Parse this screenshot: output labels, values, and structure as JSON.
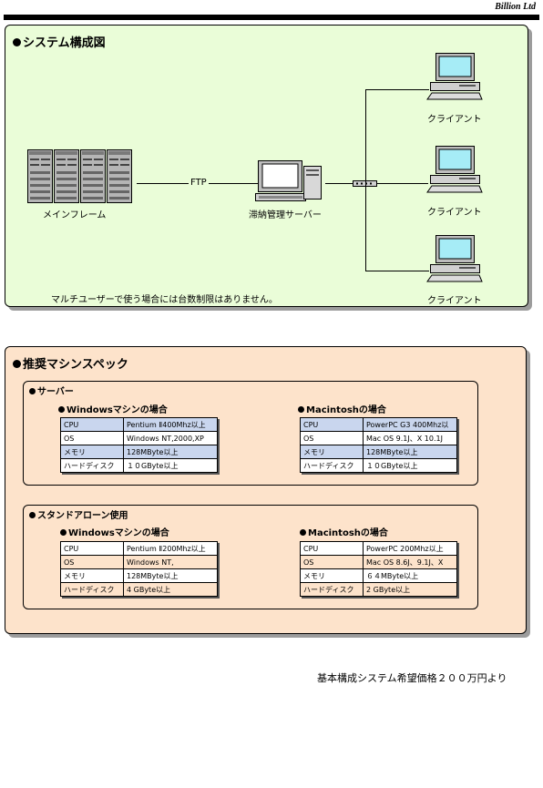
{
  "header": {
    "company": "Billion Ltd"
  },
  "diagram": {
    "title": "システム構成図",
    "mainframe_label": "メインフレーム",
    "protocol_label": "FTP",
    "server_label": "滞納管理サーバー",
    "client_labels": [
      "クライアント",
      "クライアント",
      "クライアント"
    ],
    "note": "マルチユーザーで使う場合には台数制限はありません。"
  },
  "spec": {
    "title": "推奨マシンスペック",
    "server": {
      "title": "サーバー",
      "windows": {
        "title": "Windowsマシンの場合",
        "rows": [
          [
            "CPU",
            "Pentium Ⅱ400Mhz以上"
          ],
          [
            "OS",
            "Windows NT,2000,XP"
          ],
          [
            "メモリ",
            "128MByte以上"
          ],
          [
            "ハードディスク",
            "１０GByte以上"
          ]
        ]
      },
      "mac": {
        "title": "Macintoshの場合",
        "rows": [
          [
            "CPU",
            "PowerPC G3 400Mhz以"
          ],
          [
            "OS",
            "Mac OS 9.1J、X 10.1J"
          ],
          [
            "メモリ",
            "128MByte以上"
          ],
          [
            "ハードディスク",
            "１０GByte以上"
          ]
        ]
      }
    },
    "standalone": {
      "title": "スタンドアローン使用",
      "windows": {
        "title": "Windowsマシンの場合",
        "rows": [
          [
            "CPU",
            "Pentium Ⅱ200Mhz以上"
          ],
          [
            "OS",
            "Windows NT,"
          ],
          [
            "メモリ",
            "128MByte以上"
          ],
          [
            "ハードディスク",
            "4 GByte以上"
          ]
        ]
      },
      "mac": {
        "title": "Macintoshの場合",
        "rows": [
          [
            "CPU",
            "PowerPC 200Mhz以上"
          ],
          [
            "OS",
            "Mac OS 8.6J、9.1J、X"
          ],
          [
            "メモリ",
            "６４MByte以上"
          ],
          [
            "ハードディスク",
            "2 GByte以上"
          ]
        ]
      }
    }
  },
  "footer": {
    "price_note": "基本構成システム希望価格２００万円より"
  }
}
